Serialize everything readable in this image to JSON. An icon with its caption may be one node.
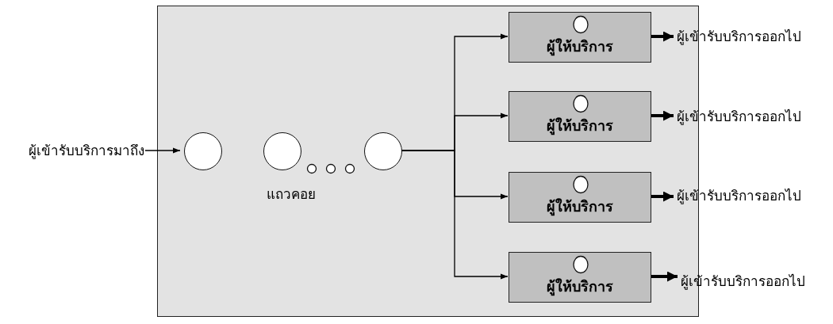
{
  "diagram": {
    "nodes": [
      {
        "text": [],
        "shape": "box"
      },
      {
        "text": [
          "ผู้เข้ารับบริการมาถึง"
        ]
      },
      {
        "text": [],
        "shape": "circle",
        "in": 0
      },
      {
        "text": [],
        "shape": "circle",
        "in": 0
      },
      {
        "text": [],
        "shape": "circle",
        "in": 0
      },
      {
        "text": [
          "ผู้ให้บริการ"
        ],
        "in": 0
      },
      {
        "text": [
          "ผู้ให้บริการ"
        ],
        "in": 0
      },
      {
        "text": [
          "ผู้ให้บริการ"
        ],
        "in": 0
      },
      {
        "text": [
          "ผู้ให้บริการ"
        ],
        "in": 0
      },
      {
        "text": [
          "ผู้เข้ารับบริการออกไป"
        ]
      },
      {
        "text": [
          "ผู้เข้ารับบริการออกไป"
        ]
      },
      {
        "text": [
          "ผู้เข้ารับบริการออกไป"
        ]
      },
      {
        "text": [
          "ผู้เข้ารับบริการออกไป"
        ]
      }
    ],
    "edges": [
      {
        "from": 1,
        "to": 2,
        "arrow": "to"
      },
      {
        "from": 4,
        "to": 5,
        "arrow": "to"
      },
      {
        "from": 4,
        "to": 6,
        "arrow": "to"
      },
      {
        "from": 4,
        "to": 7,
        "arrow": "to"
      },
      {
        "from": 4,
        "to": 8,
        "arrow": "to"
      },
      {
        "from": 5,
        "to": 9,
        "arrow": "to",
        "style": "thick"
      },
      {
        "from": 6,
        "to": 10,
        "arrow": "to",
        "style": "thick"
      },
      {
        "from": 7,
        "to": 11,
        "arrow": "to",
        "style": "thick"
      },
      {
        "from": 8,
        "to": 12,
        "arrow": "to",
        "style": "thick"
      }
    ],
    "labels": [
      "แถวคอย"
    ]
  }
}
